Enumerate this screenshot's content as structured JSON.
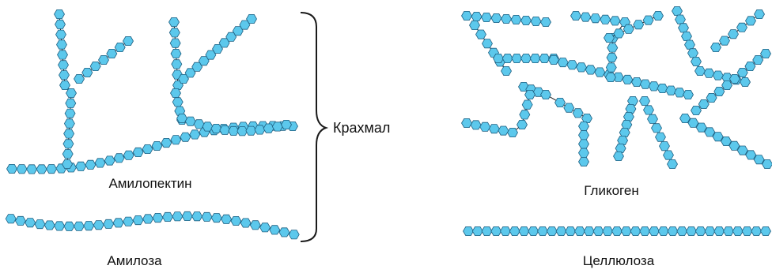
{
  "labels": {
    "amylopectin": "Амилопектин",
    "amylose": "Амилоза",
    "starch": "Крахмал",
    "glycogen": "Гликоген",
    "cellulose": "Целлюлоза"
  },
  "colors": {
    "monomer_fill": "#5cc8ec",
    "monomer_stroke": "#1f5f80",
    "link": "#1a1a1a",
    "brace": "#1a1a1a"
  },
  "icons": {
    "monomer": "glucose-hexagon-icon",
    "brace": "curly-brace-icon"
  }
}
